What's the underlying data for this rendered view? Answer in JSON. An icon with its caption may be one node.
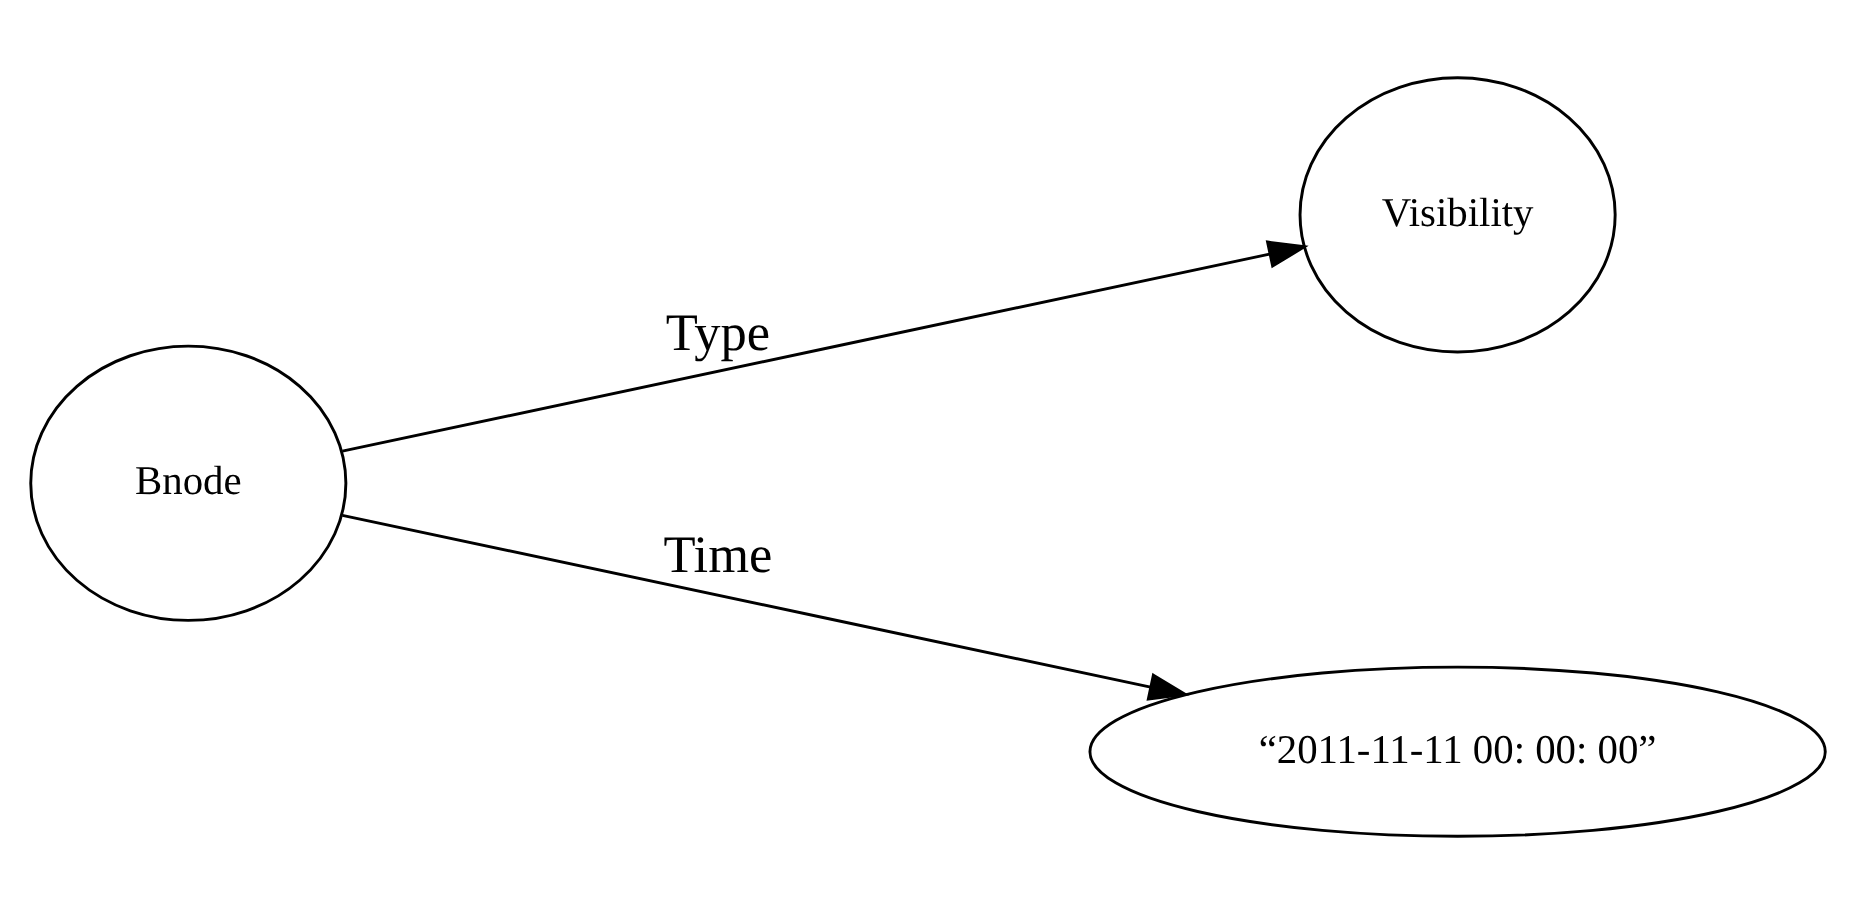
{
  "diagram": {
    "nodes": [
      {
        "text": [
          "Bnode"
        ]
      },
      {
        "text": [
          "Visibility"
        ]
      },
      {
        "text": [
          "“2011-11-11 00: 00: 00”"
        ]
      }
    ],
    "edges": [
      {
        "from": 0,
        "to": 1,
        "arrow": "to",
        "label": "Type"
      },
      {
        "from": 0,
        "to": 2,
        "arrow": "to",
        "label": "Time"
      }
    ]
  }
}
